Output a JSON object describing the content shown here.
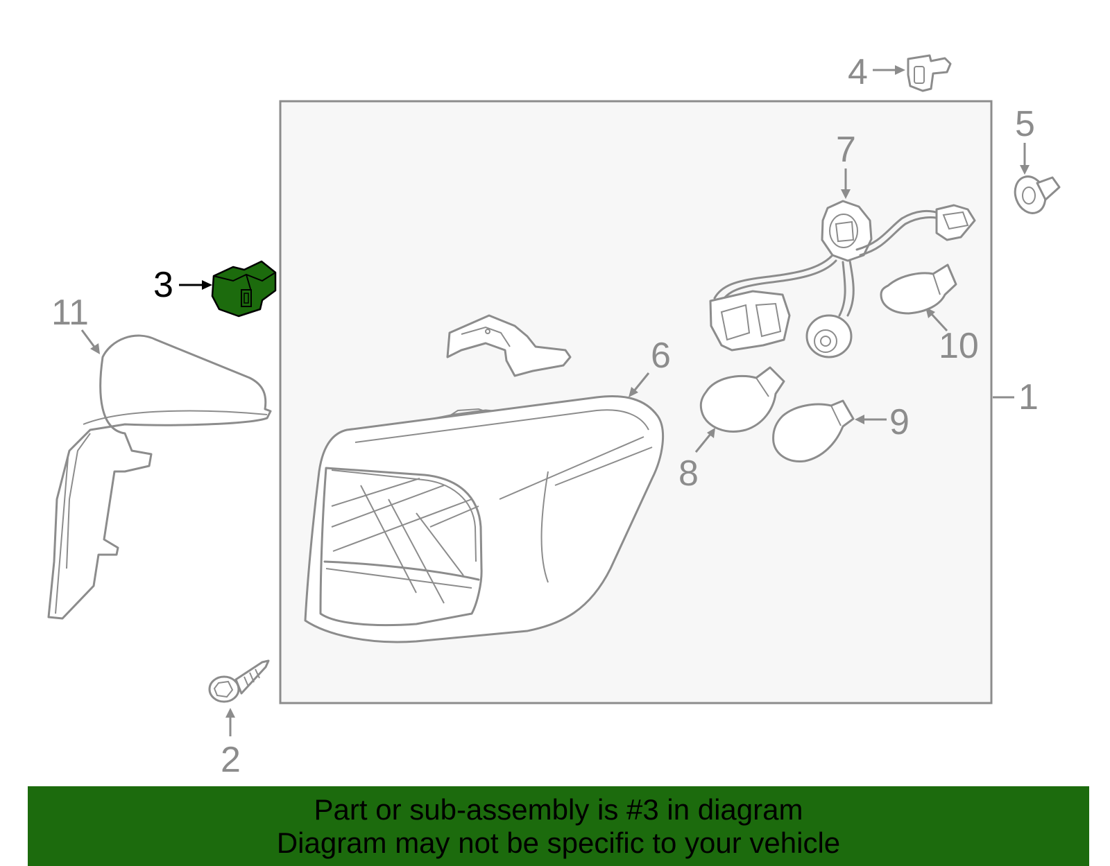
{
  "diagram": {
    "callouts": [
      {
        "id": "1",
        "label": "1"
      },
      {
        "id": "2",
        "label": "2"
      },
      {
        "id": "3",
        "label": "3",
        "highlighted": true
      },
      {
        "id": "4",
        "label": "4"
      },
      {
        "id": "5",
        "label": "5"
      },
      {
        "id": "6",
        "label": "6"
      },
      {
        "id": "7",
        "label": "7"
      },
      {
        "id": "8",
        "label": "8"
      },
      {
        "id": "9",
        "label": "9"
      },
      {
        "id": "10",
        "label": "10"
      },
      {
        "id": "11",
        "label": "11"
      }
    ],
    "colors": {
      "line": "#8c8c8c",
      "highlight_part": "#1c6b0d",
      "box_fill": "#f7f7f7",
      "banner": "#1c6b0d"
    }
  },
  "banner": {
    "line1": "Part or sub-assembly is #3 in diagram",
    "line2": "Diagram may not be specific to your vehicle"
  }
}
